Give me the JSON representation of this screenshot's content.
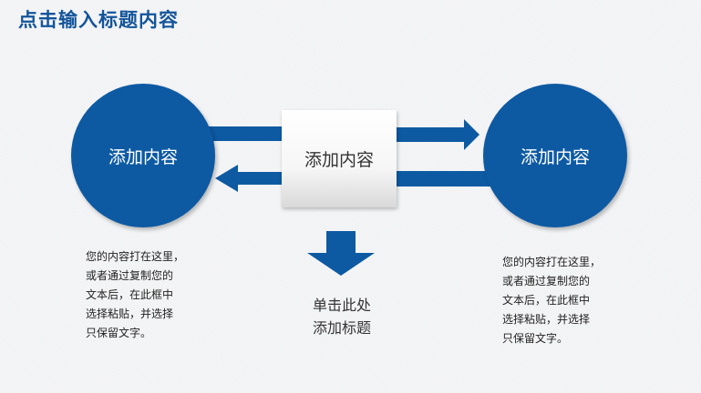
{
  "slide": {
    "title": "点击输入标题内容",
    "left_node": "添加内容",
    "center_node": "添加内容",
    "right_node": "添加内容",
    "center_caption": [
      "单击此处",
      "添加标题"
    ],
    "left_text": [
      "您的内容打在这里，",
      "或者通过复制您的",
      "文本后，在此框中",
      "选择粘贴，并选择",
      "只保留文字。"
    ],
    "right_text": [
      "您的内容打在这里，",
      "或者通过复制您的",
      "文本后，在此框中",
      "选择粘贴，并选择",
      "只保留文字。"
    ]
  },
  "colors": {
    "primary": "#0d5aa3",
    "title": "#12549a",
    "background": "#f1f2f4"
  }
}
